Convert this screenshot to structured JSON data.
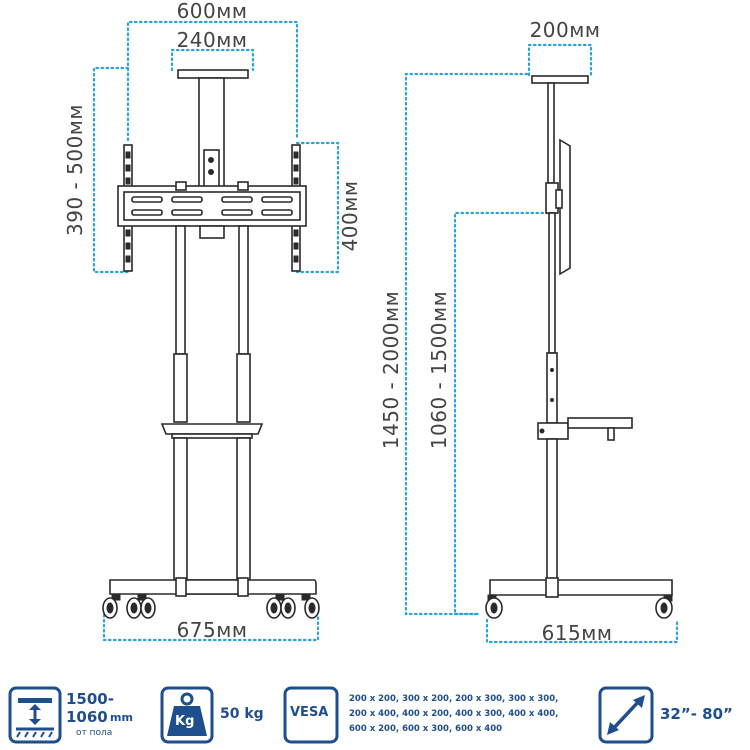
{
  "front_view": {
    "width_label": "600мм",
    "plate_label": "240мм",
    "vesa_height_range_label": "390 - 500мм",
    "vesa_height_label": "400мм",
    "base_width_label": "675мм"
  },
  "side_view": {
    "plate_label": "200мм",
    "total_height_label": "1450 - 2000мм",
    "mount_height_label": "1060 - 1500мм",
    "base_depth_label": "615мм"
  },
  "specs": {
    "height": {
      "value_line1": "1500-",
      "value_line2": "1060",
      "unit": "mm",
      "caption": "от пола"
    },
    "weight": {
      "icon_text": "Kg",
      "value": "50 kg"
    },
    "vesa": {
      "badge": "VESA",
      "line1": "200 x 200, 300 x 200, 200 x 300, 300 x 300,",
      "line2": "200 x 400, 400 x 200, 400 x 300, 400 x 400,",
      "line3": "600 x 200, 600 x 300, 600 x 400"
    },
    "screen": {
      "value": "32”- 80”"
    }
  },
  "colors": {
    "accent_dots": "#2aa3d6",
    "spec_blue": "#1f4e8c",
    "line": "#2a2a2a"
  }
}
